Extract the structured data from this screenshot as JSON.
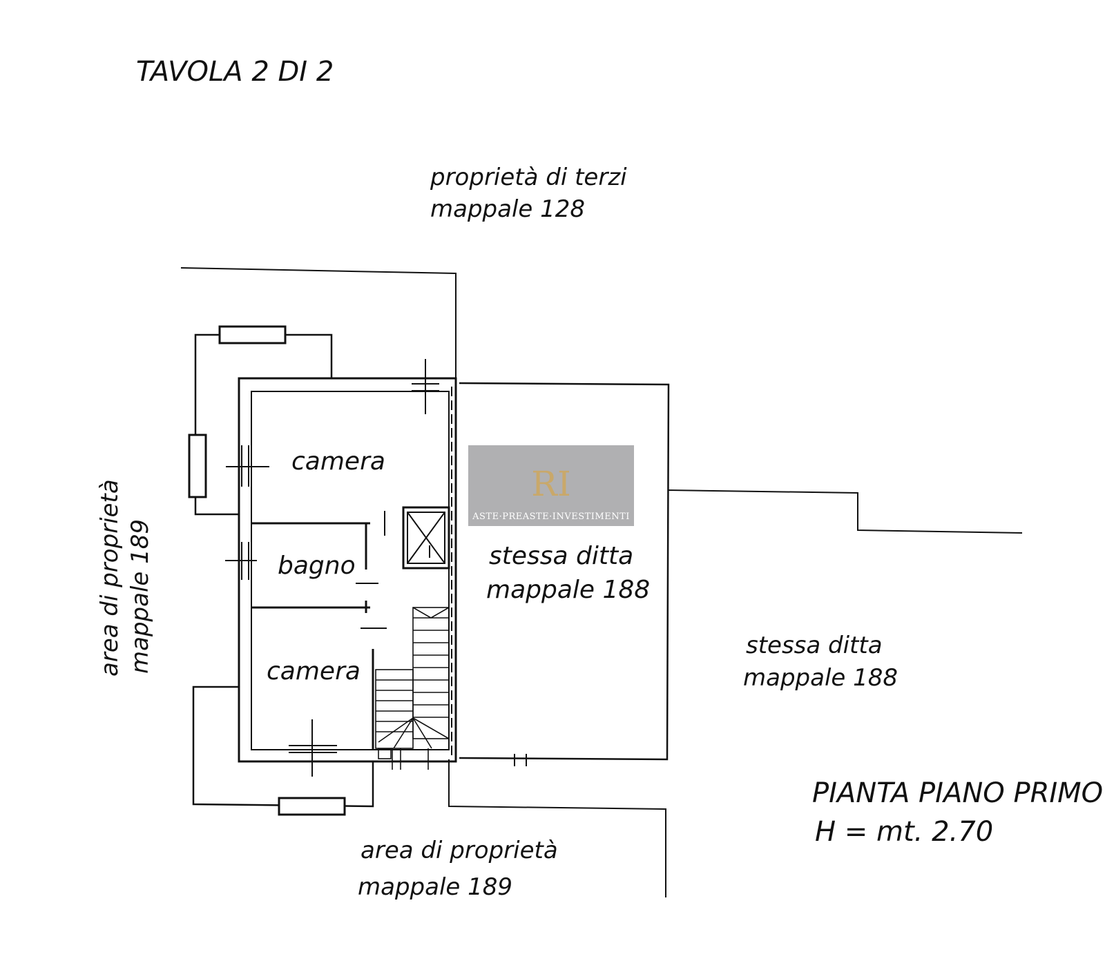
{
  "sheet": {
    "label": "TAVOLA 2 DI 2"
  },
  "neighbors": {
    "north": {
      "line1": "proprietà di terzi",
      "line2": "mappale 128"
    },
    "west": {
      "line1": "area di proprietà",
      "line2": "mappale 189"
    },
    "south": {
      "line1": "area di proprietà",
      "line2": "mappale 189"
    },
    "east": {
      "line1": "stessa ditta",
      "line2": "mappale 188"
    },
    "center": {
      "line1": "stessa ditta",
      "line2": "mappale 188"
    }
  },
  "rooms": {
    "camera_top": "camera",
    "bagno": "bagno",
    "camera_bottom": "camera"
  },
  "plan_title": {
    "line1": "PIANTA PIANO PRIMO",
    "line2": "H = mt. 2.70"
  },
  "watermark": {
    "monogram": "RI",
    "text": "ASTE·PREASTE·INVESTIMENTI",
    "color": "#a9a9ab",
    "accent": "#c9a86a"
  }
}
